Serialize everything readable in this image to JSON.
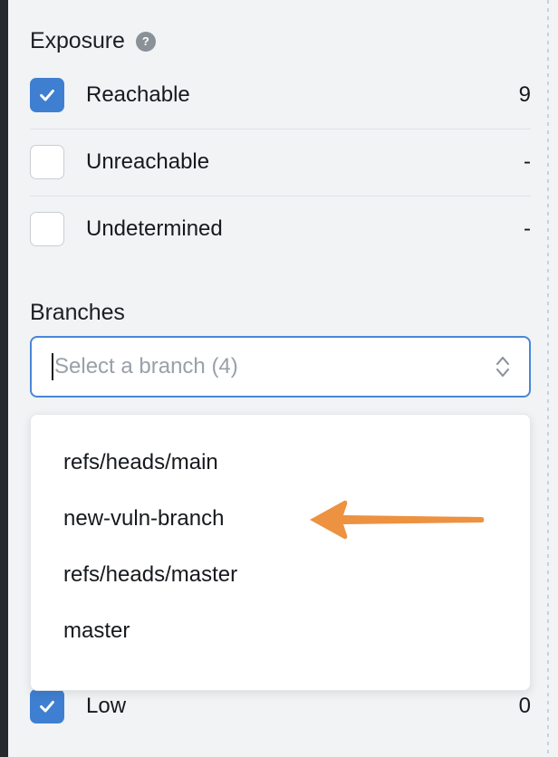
{
  "colors": {
    "accent_blue": "#3f7fd1",
    "focus_border": "#4a86d8",
    "annotation_orange": "#ed9240",
    "panel_background": "#f1f3f5",
    "help_icon_gray": "#8b9199"
  },
  "exposure": {
    "title": "Exposure",
    "help_icon_glyph": "?",
    "rows": [
      {
        "label": "Reachable",
        "value": "9",
        "checked": true
      },
      {
        "label": "Unreachable",
        "value": "-",
        "checked": false
      },
      {
        "label": "Undetermined",
        "value": "-",
        "checked": false
      }
    ]
  },
  "branches": {
    "title": "Branches",
    "placeholder": "Select a branch (4)",
    "value": "",
    "options": [
      "refs/heads/main",
      "new-vuln-branch",
      "refs/heads/master",
      "master"
    ]
  },
  "severity_partial": {
    "label": "Low",
    "value": "0",
    "checked": true
  },
  "annotation": {
    "points_at": "new-vuln-branch"
  }
}
